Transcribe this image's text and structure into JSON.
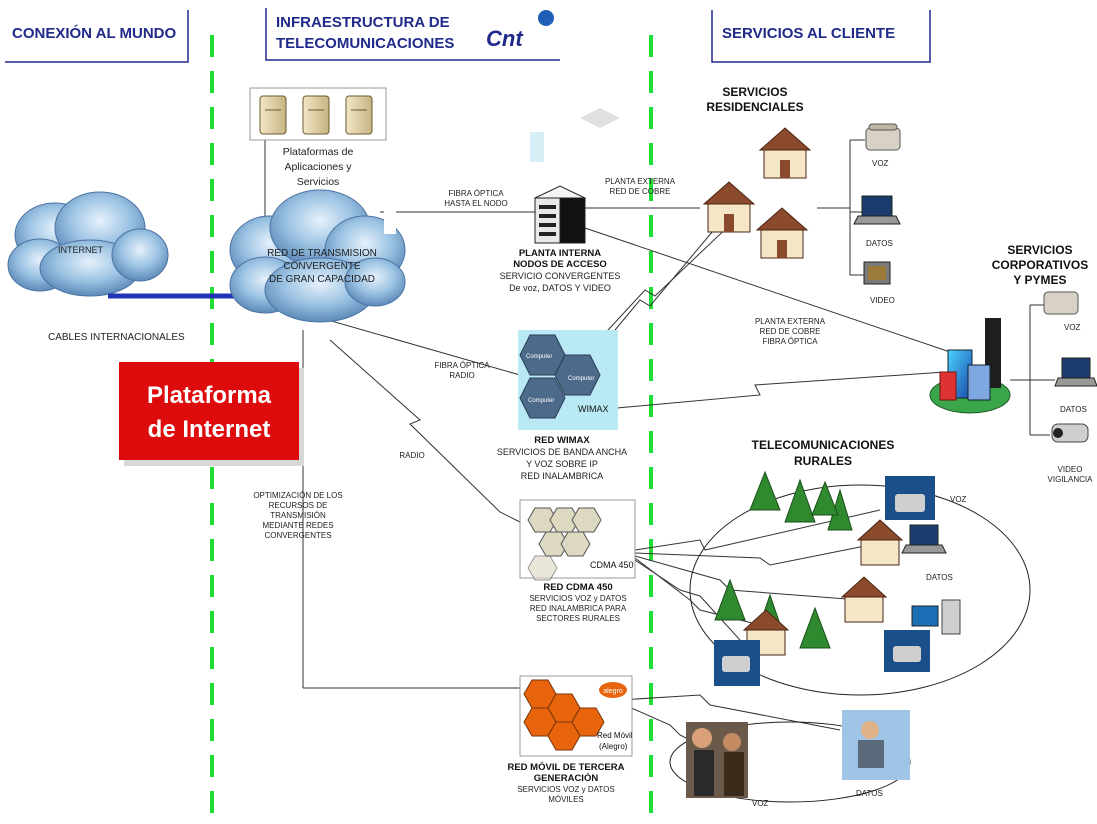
{
  "headers": {
    "world": "CONEXIÓN AL MUNDO",
    "infra_line1": "INFRAESTRUCTURA DE",
    "infra_line2": "TELECOMUNICACIONES",
    "services": "SERVICIOS AL CLIENTE"
  },
  "logo": {
    "text": "Cnt"
  },
  "colors": {
    "header_text": "#1f2a8a",
    "divider": "#22dd33",
    "red_box": "#dd0b0b",
    "cable": "#1f35b5",
    "orange_hex": "#e8650e"
  },
  "internet": {
    "cloud_label": "INTERNET",
    "cables_label": "CABLES INTERNACIONALES"
  },
  "platform_box": {
    "line1": "Plataforma",
    "line2": "de Internet"
  },
  "app_platforms": {
    "line1": "Plataformas de",
    "line2": "Aplicaciones y",
    "line3": "Servicios"
  },
  "transmission_cloud": {
    "line1": "RED DE TRANSMISION",
    "line2": "CONVERGENTE",
    "line3": "DE GRAN CAPACIDAD"
  },
  "optimization": {
    "line1": "OPTIMIZACIÓN DE LOS",
    "line2": "RECURSOS DE",
    "line3": "TRANSMISIÓN",
    "line4": "MEDIANTE REDES",
    "line5": "CONVERGENTES"
  },
  "links": {
    "fibra_nodo_1": "FIBRA ÓPTICA",
    "fibra_nodo_2": "HASTA EL NODO",
    "fibra_radio_1": "FIBRA ÓPTICA",
    "fibra_radio_2": "RADIO",
    "radio": "RADIO",
    "planta_ext_1": "PLANTA EXTERNA",
    "planta_ext_2": "RED DE COBRE",
    "planta_ext_corp_1": "PLANTA EXTERNA",
    "planta_ext_corp_2": "RED DE COBRE",
    "planta_ext_corp_3": "FIBRA ÓPTICA"
  },
  "planta_interna": {
    "title1": "PLANTA INTERNA",
    "title2": "NODOS DE ACCESO",
    "desc1": "SERVICIO CONVERGENTES",
    "desc2": "De voz, DATOS Y VIDEO"
  },
  "wimax": {
    "image_label": "WIMAX",
    "computer_label": "Computer",
    "title": "RED WIMAX",
    "desc1": "SERVICIOS DE BANDA ANCHA",
    "desc2": "Y VOZ SOBRE IP",
    "desc3": "RED INALAMBRICA"
  },
  "cdma": {
    "image_label": "CDMA 450",
    "title": "RED CDMA 450",
    "desc1": "SERVICIOS VOZ y DATOS",
    "desc2": "RED INALAMBRICA PARA",
    "desc3": "SECTORES RURALES"
  },
  "mobile": {
    "image_label1": "Red Móvil",
    "image_label2": "(Alegro)",
    "badge": "alegro",
    "title1": "RED MÓVIL DE TERCERA",
    "title2": "GENERACIÓN",
    "desc1": "SERVICIOS VOZ y DATOS",
    "desc2": "MÓVILES",
    "voz": "VOZ",
    "datos": "DATOS"
  },
  "residential": {
    "title1": "SERVICIOS",
    "title2": "RESIDENCIALES",
    "voz": "VOZ",
    "datos": "DATOS",
    "video": "VIDEO"
  },
  "corporate": {
    "title1": "SERVICIOS",
    "title2": "CORPORATIVOS",
    "title3": "Y PYMES",
    "voz": "VOZ",
    "datos": "DATOS",
    "video1": "VIDEO",
    "video2": "VIGILANCIA"
  },
  "rural": {
    "title1": "TELECOMUNICACIONES",
    "title2": "RURALES",
    "voz": "VOZ",
    "datos": "DATOS"
  }
}
